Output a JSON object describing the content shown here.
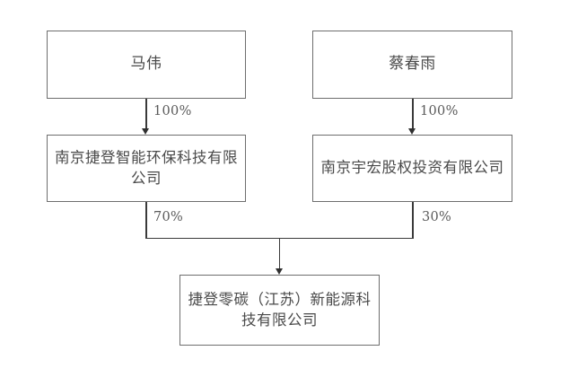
{
  "diagram": {
    "type": "org-ownership-chart",
    "background_color": "#ffffff",
    "box_border_color": "#6e6e6e",
    "line_color": "#3a3a3a",
    "text_color": "#4a4a4a",
    "nodes": {
      "shareholder_left": {
        "label": "马伟",
        "kind": "person"
      },
      "shareholder_right": {
        "label": "蔡春雨",
        "kind": "person"
      },
      "holding_left": {
        "label": "南京捷登智能环保科技有限公司",
        "kind": "company"
      },
      "holding_right": {
        "label": "南京宇宏股权投资有限公司",
        "kind": "company"
      },
      "target": {
        "label": "捷登零碳（江苏）新能源科技有限公司",
        "kind": "company"
      }
    },
    "edges": [
      {
        "from": "shareholder_left",
        "to": "holding_left",
        "label": "100%"
      },
      {
        "from": "shareholder_right",
        "to": "holding_right",
        "label": "100%"
      },
      {
        "from": "holding_left",
        "to": "target",
        "label": "70%"
      },
      {
        "from": "holding_right",
        "to": "target",
        "label": "30%"
      }
    ]
  }
}
